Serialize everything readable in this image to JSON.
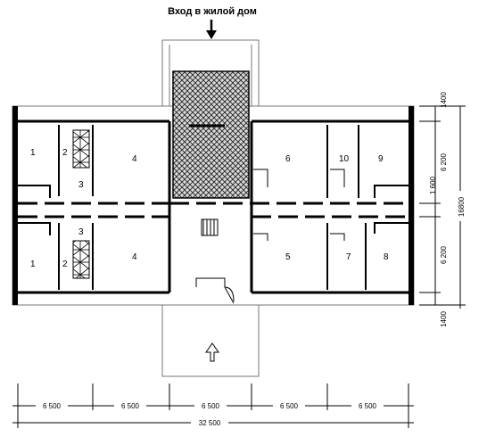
{
  "title": "Вход в жилой дом",
  "rooms": {
    "r1_top": "1",
    "r2_top": "2",
    "r3_top": "3",
    "r4_top": "4",
    "r6": "6",
    "r10": "10",
    "r9": "9",
    "r1_bot": "1",
    "r2_bot": "2",
    "r3_bot": "3",
    "r4_bot": "4",
    "r5": "5",
    "r7": "7",
    "r8": "8"
  },
  "dims_bottom": {
    "s1": "6 500",
    "s2": "6 500",
    "s3": "6 500",
    "s4": "6 500",
    "s5": "6 500",
    "total": "32 500"
  },
  "dims_right": {
    "top": "1400",
    "upper": "6 200",
    "mid": "1 600",
    "lower": "6 200",
    "bottom": "1400",
    "total": "16800"
  }
}
